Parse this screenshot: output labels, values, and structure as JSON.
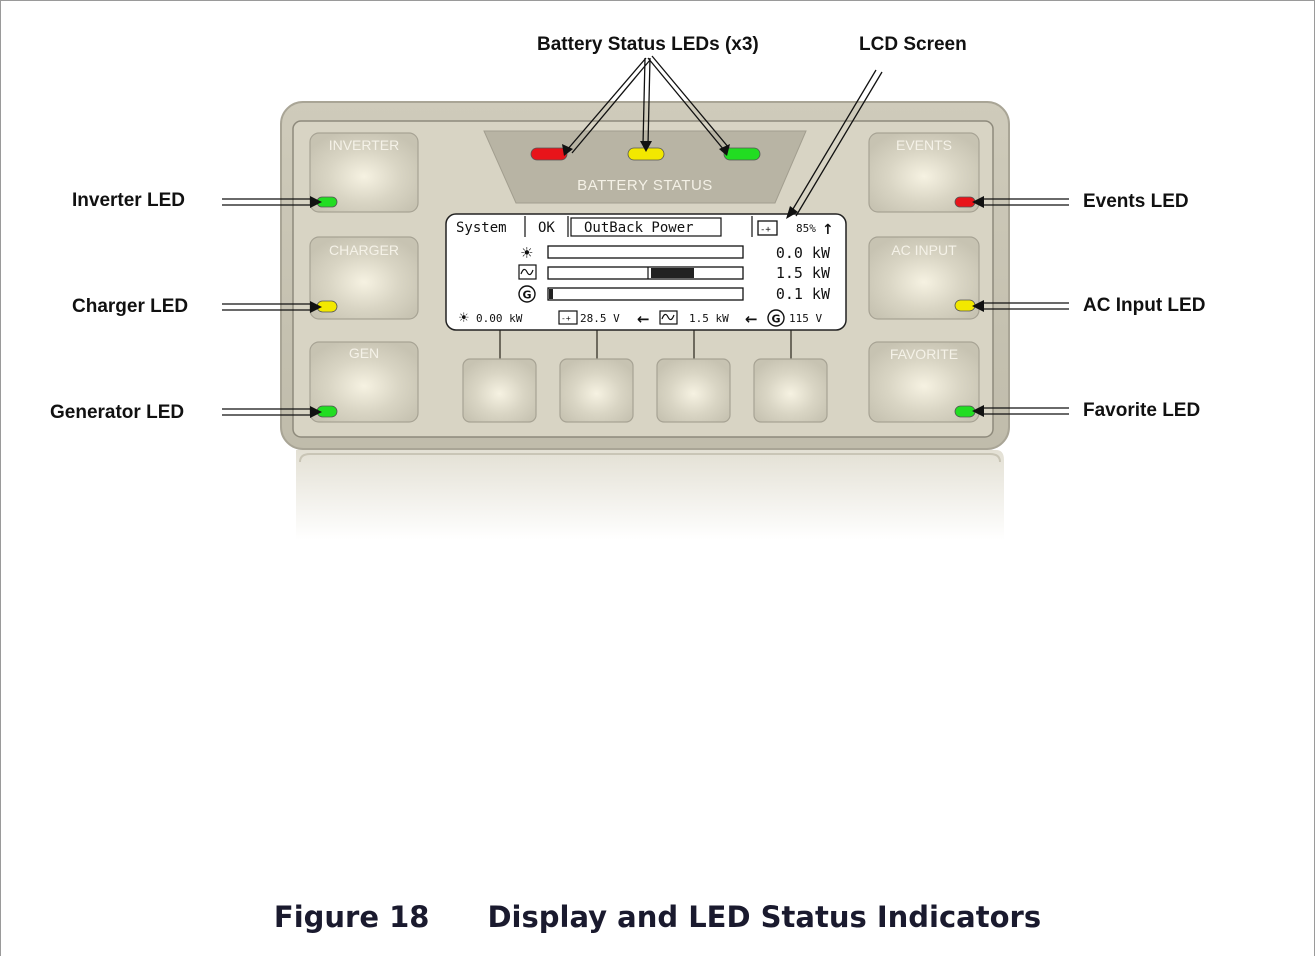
{
  "callouts": {
    "battery_leds": "Battery Status LEDs (x3)",
    "lcd_screen": "LCD Screen",
    "inverter_led": "Inverter LED",
    "charger_led": "Charger LED",
    "generator_led": "Generator LED",
    "events_led": "Events LED",
    "ac_input_led": "AC Input LED",
    "favorite_led": "Favorite LED"
  },
  "panel": {
    "battery_status_label": "BATTERY STATUS",
    "buttons": {
      "inverter": "INVERTER",
      "charger": "CHARGER",
      "gen": "GEN",
      "events": "EVENTS",
      "ac_input": "AC INPUT",
      "favorite": "FAVORITE"
    },
    "led_colors": {
      "red": "#e8141a",
      "yellow": "#f2e800",
      "green": "#22dd22"
    }
  },
  "lcd": {
    "tab_system": "System",
    "tab_ok": "OK",
    "tab_title": "OutBack Power",
    "battery_percent": "85%",
    "rows": [
      {
        "icon": "sun-icon",
        "value": "0.0 kW"
      },
      {
        "icon": "ac-wave-icon",
        "value": "1.5 kW"
      },
      {
        "icon": "generator-icon",
        "value": "0.1 kW"
      }
    ],
    "bottom": {
      "solar": "0.00 kW",
      "battery": "28.5 V",
      "load": "1.5 kW",
      "generator": "115 V"
    }
  },
  "caption": {
    "number": "Figure 18",
    "title": "Display and LED Status Indicators"
  }
}
